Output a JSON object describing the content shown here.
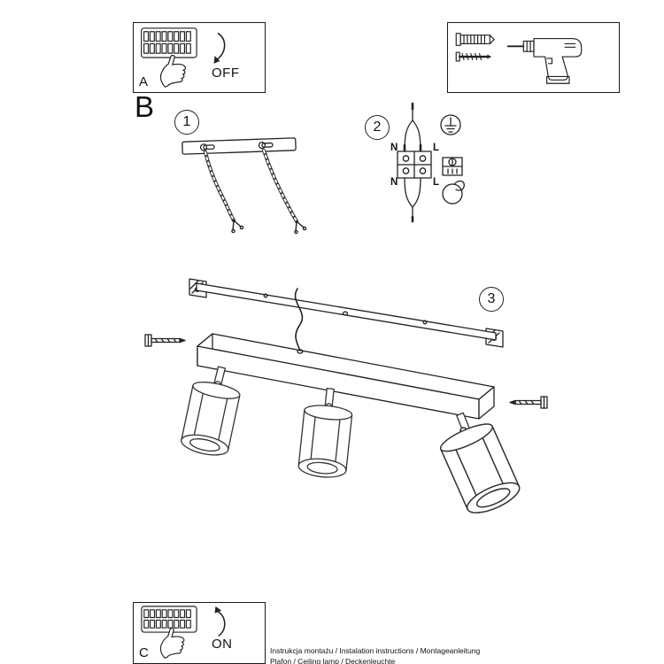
{
  "panel_a": {
    "label": "A",
    "state": "OFF"
  },
  "panel_c": {
    "label": "C",
    "state": "ON"
  },
  "section_label": "B",
  "steps": {
    "one": "1",
    "two": "2",
    "three": "3"
  },
  "wiring_labels": {
    "top_n": "N",
    "top_l": "L",
    "bottom_n": "N",
    "bottom_l": "L"
  },
  "footer": {
    "line1": "Instrukcja montażu / Instalation instructions / Montageanleitung",
    "line2": "Plafon / Ceiling lamp / Deckenleuchte"
  }
}
